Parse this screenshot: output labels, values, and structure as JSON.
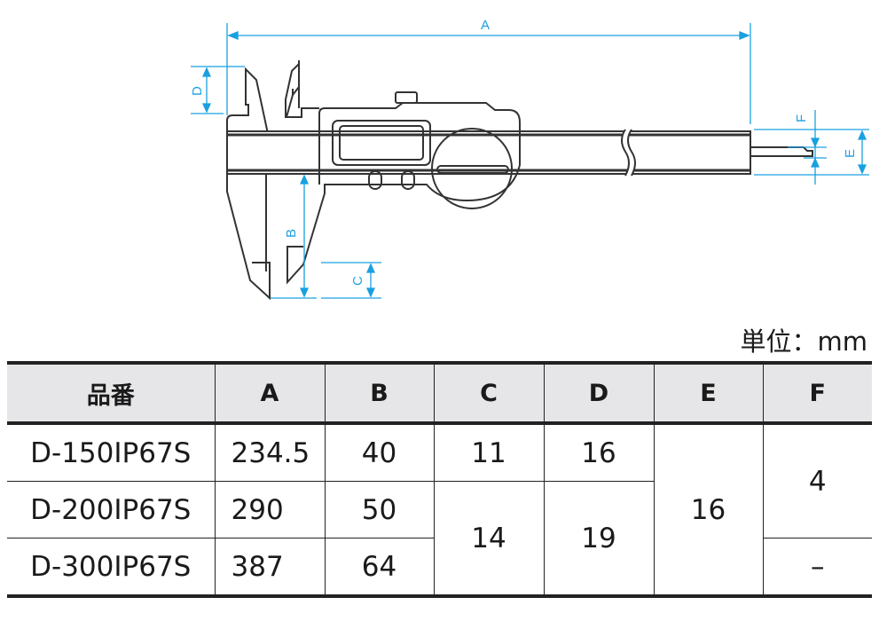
{
  "drawing": {
    "dimension_labels": [
      "A",
      "B",
      "C",
      "D",
      "E",
      "F"
    ],
    "line_color": "#333333",
    "dimension_color": "#1aa0e0"
  },
  "unit_label": "単位：mm",
  "table": {
    "headers": [
      "品番",
      "A",
      "B",
      "C",
      "D",
      "E",
      "F"
    ],
    "rows": [
      {
        "model": "D-150IP67S",
        "A": "234.5",
        "B": "40",
        "C": "11",
        "D": "16",
        "E": "16",
        "F": "4"
      },
      {
        "model": "D-200IP67S",
        "A": "290",
        "B": "50",
        "C": "14",
        "D": "19"
      },
      {
        "model": "D-300IP67S",
        "A": "387",
        "B": "64",
        "F": "–"
      }
    ]
  }
}
